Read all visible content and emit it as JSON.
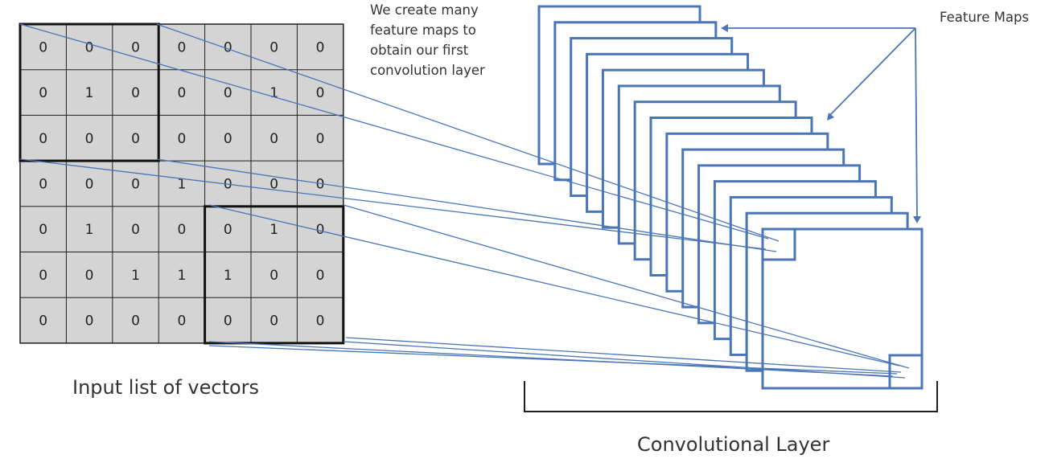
{
  "note_lines": [
    "We create many",
    "feature maps to",
    "obtain our first",
    "convolution layer"
  ],
  "feature_maps_label": "Feature Maps",
  "input_label": "Input list of vectors",
  "layer_label": "Convolutional Layer",
  "grid": [
    [
      "0",
      "0",
      "0",
      "0",
      "0",
      "0",
      "0"
    ],
    [
      "0",
      "1",
      "0",
      "0",
      "0",
      "1",
      "0"
    ],
    [
      "0",
      "0",
      "0",
      "0",
      "0",
      "0",
      "0"
    ],
    [
      "0",
      "0",
      "0",
      "1",
      "0",
      "0",
      "0"
    ],
    [
      "0",
      "1",
      "0",
      "0",
      "0",
      "1",
      "0"
    ],
    [
      "0",
      "0",
      "1",
      "1",
      "1",
      "0",
      "0"
    ],
    [
      "0",
      "0",
      "0",
      "0",
      "0",
      "0",
      "0"
    ]
  ],
  "colors": {
    "grid_fill": "#d4d4d4",
    "grid_line": "#1f1f1f",
    "accent": "#4a76b8"
  },
  "feature_map_count": 15
}
